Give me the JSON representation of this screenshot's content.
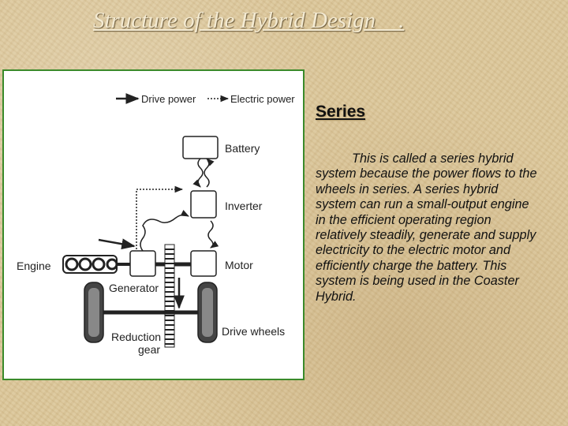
{
  "slide": {
    "title": "Structure of the Hybrid Design    ."
  },
  "diagram": {
    "legend": {
      "drive_power": "Drive power",
      "electric_power": "Electric power"
    },
    "labels": {
      "battery": "Battery",
      "inverter": "Inverter",
      "engine": "Engine",
      "motor": "Motor",
      "generator": "Generator",
      "reduction_gear_line1": "Reduction",
      "reduction_gear_line2": "gear",
      "drive_wheels": "Drive wheels"
    }
  },
  "content": {
    "heading": "Series",
    "body": "This is called a series hybrid system because the power flows to the wheels in series. A series hybrid system can run a small-output engine in the efficient operating region relatively steadily, generate and supply electricity to the electric motor and efficiently charge the battery. This system is being used in the Coaster Hybrid."
  }
}
